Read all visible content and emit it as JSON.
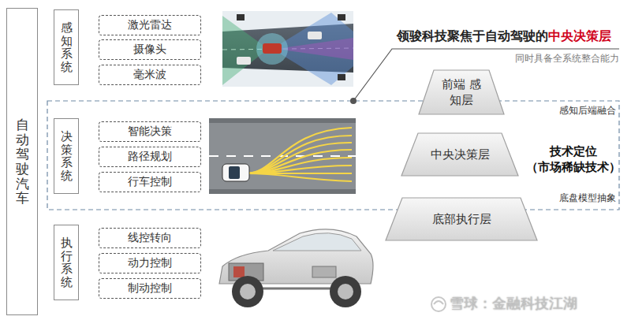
{
  "diagram": {
    "nodes": [
      {
        "text": [
          "自动驾驶汽车"
        ]
      },
      {
        "text": [
          "感知系统"
        ]
      },
      {
        "text": [
          "激光雷达"
        ]
      },
      {
        "text": [
          "摄像头"
        ]
      },
      {
        "text": [
          "毫米波"
        ]
      },
      {
        "text": [
          "决策系统"
        ]
      },
      {
        "text": [
          "智能决策"
        ]
      },
      {
        "text": [
          "路径规划"
        ]
      },
      {
        "text": [
          "行车控制"
        ]
      },
      {
        "text": [
          "执行系统"
        ]
      },
      {
        "text": [
          "线控转向"
        ]
      },
      {
        "text": [
          "动力控制"
        ]
      },
      {
        "text": [
          "制动控制"
        ]
      },
      {
        "text": [
          "前端 感知层"
        ]
      },
      {
        "text": [
          "中央决策层"
        ]
      },
      {
        "text": [
          "底部执行层"
        ]
      }
    ],
    "labels": [
      "领骏科技聚焦于自动驾驶的",
      "中央决策层",
      "同时具备全系统整合能力",
      "感知后端融合",
      "技术定位",
      "（市场稀缺技术）",
      "底盘模型抽象",
      "雪球：金融科技江湖"
    ]
  }
}
